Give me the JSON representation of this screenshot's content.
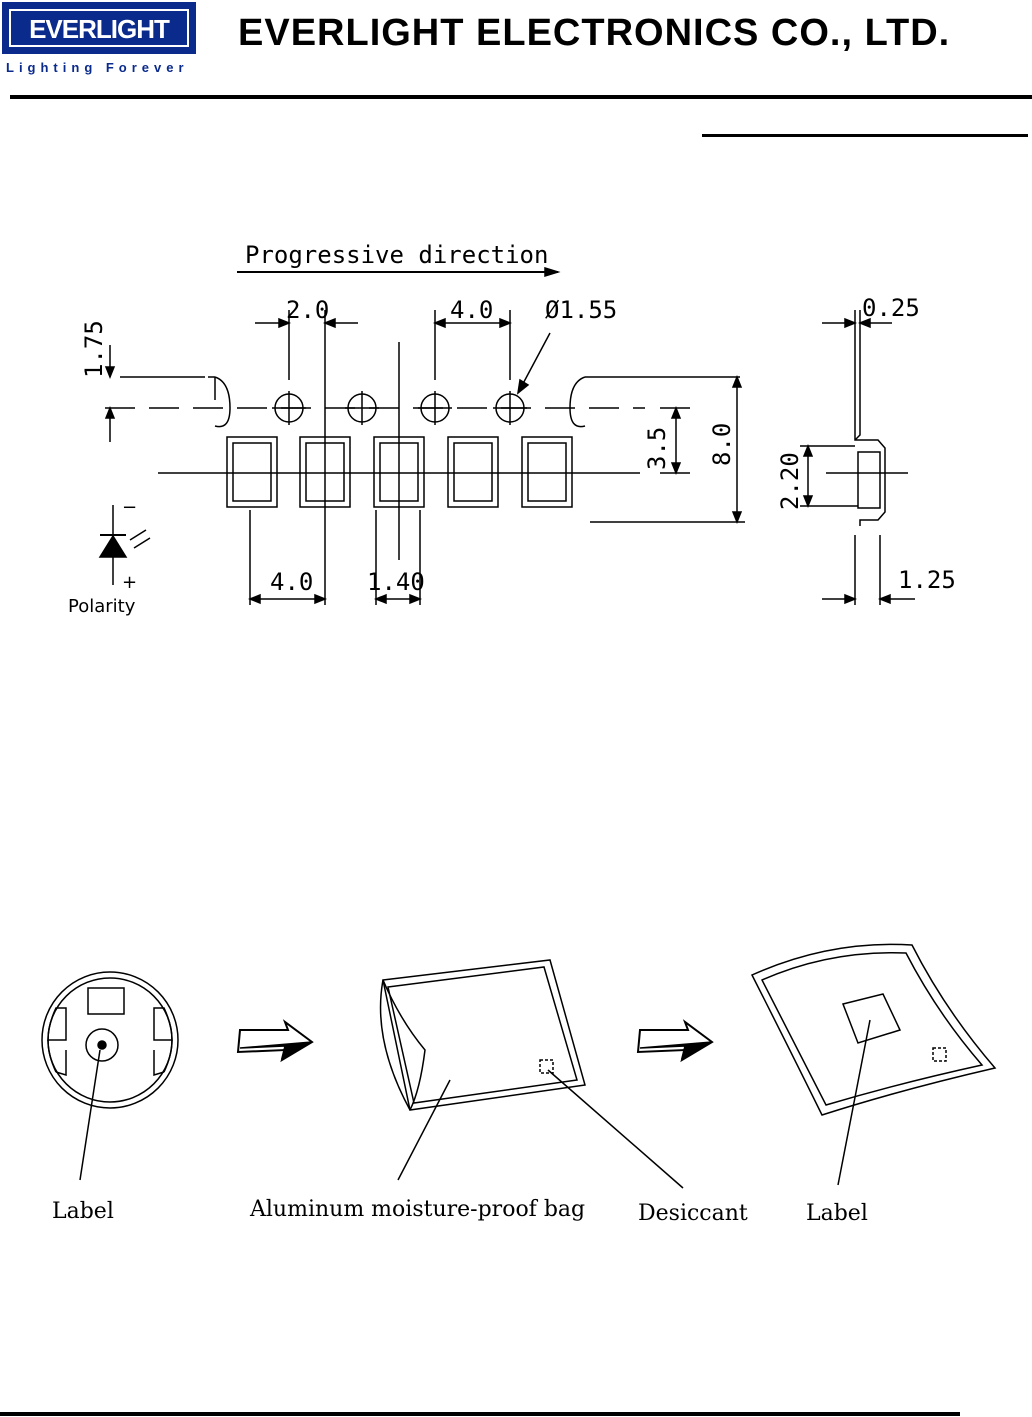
{
  "header": {
    "logo_text": "EVERLIGHT",
    "tagline": "Lighting Forever",
    "company": "EVERLIGHT ELECTRONICS CO., LTD.",
    "brand_color": "#0a2a8c"
  },
  "tape_drawing": {
    "direction_label": "Progressive direction",
    "dims": {
      "d_2_0": "2.0",
      "d_4_0_top": "4.0",
      "d_hole": "Ø1.55",
      "d_1_75": "1.75",
      "d_3_5": "3.5",
      "d_8_0": "8.0",
      "d_4_0_bottom": "4.0",
      "d_1_40": "1.40",
      "d_0_25": "0.25",
      "d_2_20": "2.20",
      "d_1_25": "1.25"
    },
    "polarity": {
      "label": "Polarity",
      "minus": "−",
      "plus": "+"
    }
  },
  "packing_drawing": {
    "labels": {
      "reel_label": "Label",
      "bag": "Aluminum  moisture-proof bag",
      "desiccant": "Desiccant",
      "bag_label": "Label"
    }
  }
}
